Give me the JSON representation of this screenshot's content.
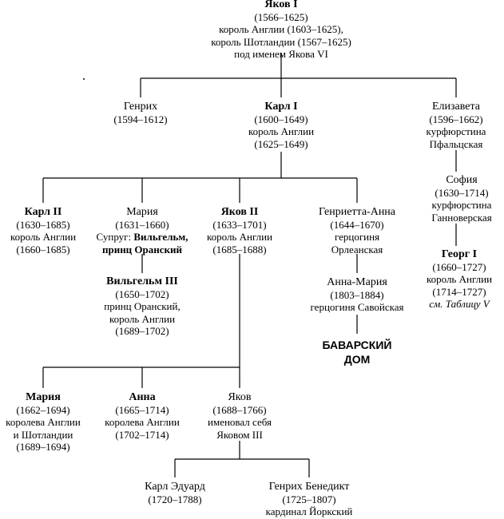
{
  "tree": {
    "james_i": {
      "name": "Яков I",
      "dates": "(1566–1625)",
      "line1": "король Англии (1603–1625),",
      "line2": "король Шотландии (1567–1625)",
      "line3": "под именем Якова VI"
    },
    "henry": {
      "name": "Генрих",
      "dates": "(1594–1612)"
    },
    "charles_i": {
      "name": "Карл I",
      "dates": "(1600–1649)",
      "line1": "король Англии",
      "line2": "(1625–1649)"
    },
    "elizabeth": {
      "name": "Елизавета",
      "dates": "(1596–1662)",
      "line1": "курфюрстина",
      "line2": "Пфальцская"
    },
    "sophia": {
      "name": "София",
      "dates": "(1630–1714)",
      "line1": "курфюрстина",
      "line2": "Ганноверская"
    },
    "george_i": {
      "name": "Георг I",
      "dates": "(1660–1727)",
      "line1": "король Англии",
      "line2": "(1714–1727)",
      "line3": "см. Таблицу V"
    },
    "charles_ii": {
      "name": "Карл II",
      "dates": "(1630–1685)",
      "line1": "король Англии",
      "line2": "(1660–1685)"
    },
    "mary_orange": {
      "name": "Мария",
      "dates": "(1631–1660)",
      "spouse_prefix": "Супруг: ",
      "spouse_name1": "Вильгельм,",
      "spouse_name2": "принц Оранский"
    },
    "william_iii": {
      "name": "Вильгельм III",
      "dates": "(1650–1702)",
      "line1": "принц Оранский,",
      "line2": "король Англии",
      "line3": "(1689–1702)"
    },
    "james_ii": {
      "name": "Яков II",
      "dates": "(1633–1701)",
      "line1": "король Англии",
      "line2": "(1685–1688)"
    },
    "henrietta_anne": {
      "name": "Генриетта-Анна",
      "dates": "(1644–1670)",
      "line1": "герцогиня",
      "line2": "Орлеанская"
    },
    "anne_marie": {
      "name": "Анна-Мария",
      "dates": "(1803–1884)",
      "line1": "герцогиня Савойская"
    },
    "bavarian_house": {
      "line1": "БАВАРСКИЙ",
      "line2": "ДОМ"
    },
    "mary_ii": {
      "name": "Мария",
      "dates": "(1662–1694)",
      "line1": "королева Англии",
      "line2": "и Шотландии",
      "line3": "(1689–1694)"
    },
    "anne": {
      "name": "Анна",
      "dates": "(1665–1714)",
      "line1": "королева Англии",
      "line2": "(1702–1714)"
    },
    "james_iii": {
      "name": "Яков",
      "dates": "(1688–1766)",
      "line1": "именовал себя",
      "line2": "Яковом III"
    },
    "charles_edward": {
      "name": "Карл Эдуард",
      "dates": "(1720–1788)"
    },
    "henry_benedict": {
      "name": "Генрих Бенедикт",
      "dates": "(1725–1807)",
      "line1": "кардинал Йоркский"
    }
  }
}
